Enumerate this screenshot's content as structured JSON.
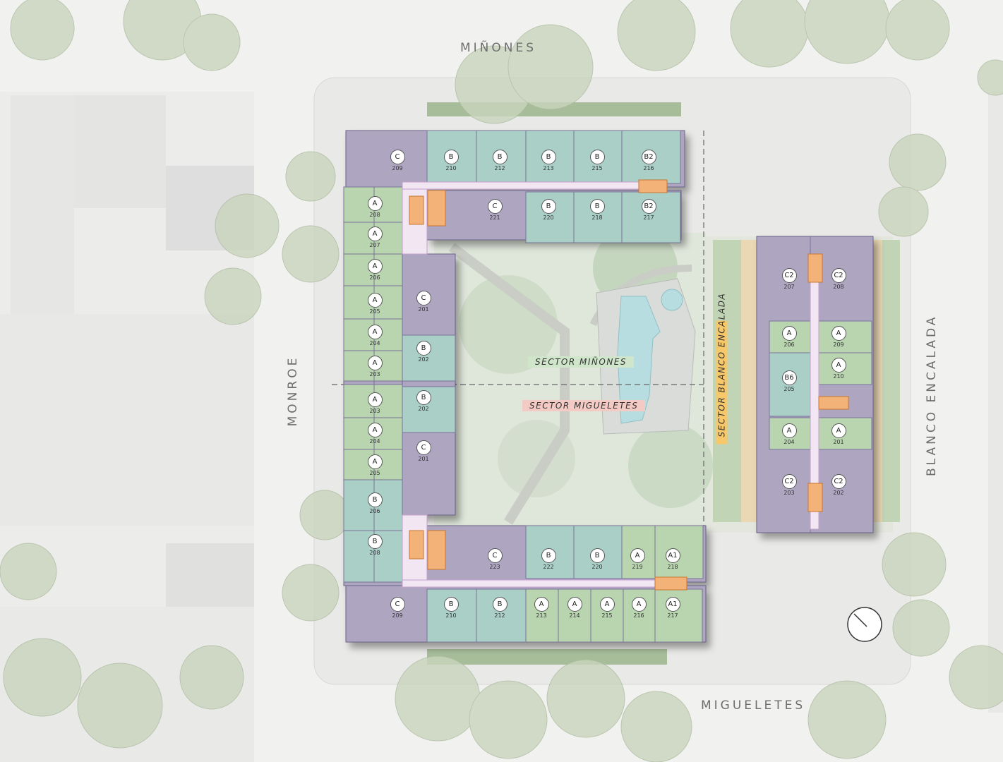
{
  "streets": {
    "north": "MIÑONES",
    "south": "MIGUELETES",
    "west": "MONROE",
    "east": "BLANCO ENCALADA"
  },
  "sectors": {
    "north": "SECTOR MIÑONES",
    "south": "SECTOR MIGUELETES",
    "east": "SECTOR BLANCO ENCALADA"
  },
  "colors": {
    "type_a": "#b9d5b0",
    "type_b": "#a9cfc7",
    "type_c": "#aea6c1",
    "core": "#f2b278",
    "sector_minones": "#cfe6cb",
    "sector_migueletes": "#f3cbc4",
    "sector_blanco": "#f6c86a"
  },
  "units": [
    {
      "type": "C",
      "num": "209"
    },
    {
      "type": "B",
      "num": "210"
    },
    {
      "type": "B",
      "num": "212"
    },
    {
      "type": "B",
      "num": "213"
    },
    {
      "type": "B",
      "num": "215"
    },
    {
      "type": "B2",
      "num": "216"
    },
    {
      "type": "C",
      "num": "221"
    },
    {
      "type": "B",
      "num": "220"
    },
    {
      "type": "B",
      "num": "218"
    },
    {
      "type": "B2",
      "num": "217"
    },
    {
      "type": "A",
      "num": "208"
    },
    {
      "type": "A",
      "num": "207"
    },
    {
      "type": "A",
      "num": "206"
    },
    {
      "type": "A",
      "num": "205"
    },
    {
      "type": "A",
      "num": "204"
    },
    {
      "type": "A",
      "num": "203"
    },
    {
      "type": "C",
      "num": "201"
    },
    {
      "type": "B",
      "num": "202"
    },
    {
      "type": "A",
      "num": "203"
    },
    {
      "type": "A",
      "num": "204"
    },
    {
      "type": "A",
      "num": "205"
    },
    {
      "type": "B",
      "num": "206"
    },
    {
      "type": "B",
      "num": "208"
    },
    {
      "type": "B",
      "num": "202"
    },
    {
      "type": "C",
      "num": "201"
    },
    {
      "type": "C",
      "num": "223"
    },
    {
      "type": "B",
      "num": "222"
    },
    {
      "type": "B",
      "num": "220"
    },
    {
      "type": "A",
      "num": "219"
    },
    {
      "type": "A1",
      "num": "218"
    },
    {
      "type": "C",
      "num": "209"
    },
    {
      "type": "B",
      "num": "210"
    },
    {
      "type": "B",
      "num": "212"
    },
    {
      "type": "A",
      "num": "213"
    },
    {
      "type": "A",
      "num": "214"
    },
    {
      "type": "A",
      "num": "215"
    },
    {
      "type": "A",
      "num": "216"
    },
    {
      "type": "A1",
      "num": "217"
    },
    {
      "type": "C2",
      "num": "207"
    },
    {
      "type": "C2",
      "num": "208"
    },
    {
      "type": "A",
      "num": "206"
    },
    {
      "type": "A",
      "num": "209"
    },
    {
      "type": "A",
      "num": "210"
    },
    {
      "type": "B6",
      "num": "205"
    },
    {
      "type": "A",
      "num": "204"
    },
    {
      "type": "A",
      "num": "201"
    },
    {
      "type": "C2",
      "num": "203"
    },
    {
      "type": "C2",
      "num": "202"
    }
  ]
}
